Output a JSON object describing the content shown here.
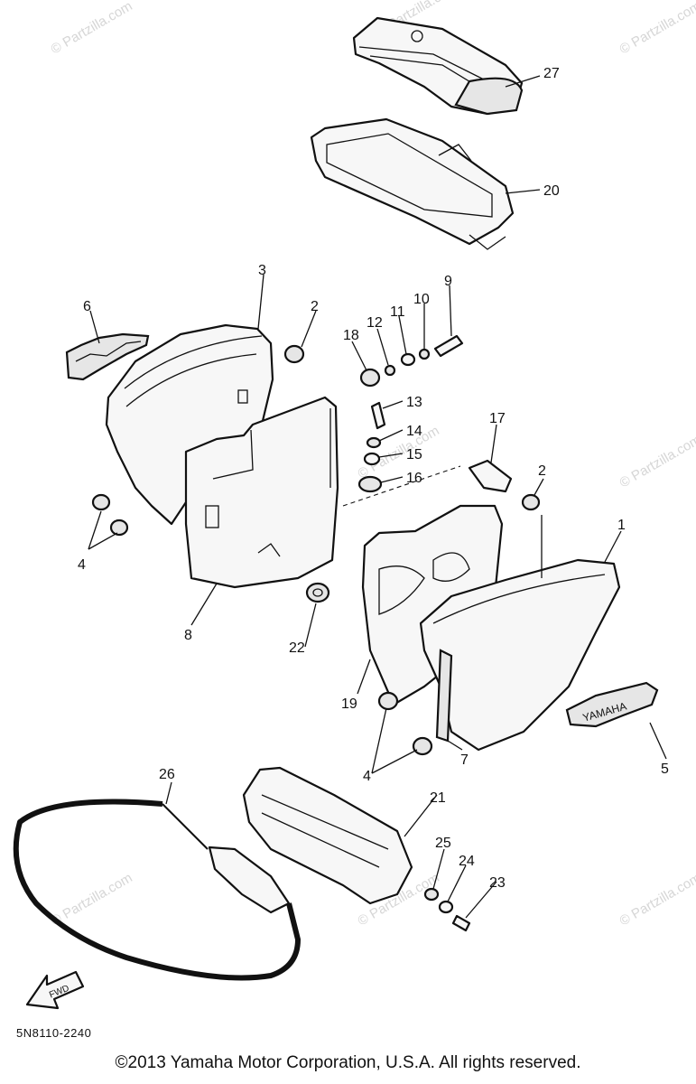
{
  "diagram": {
    "reference_code": "5N8110-2240",
    "copyright": "©2013 Yamaha Motor Corporation, U.S.A. All rights reserved.",
    "watermark": "© Partzilla.com",
    "fwd_label": "FWD",
    "emblem_text": "YAMAHA"
  },
  "callouts": {
    "c1": "1",
    "c2a": "2",
    "c2b": "2",
    "c3": "3",
    "c4a": "4",
    "c4b": "4",
    "c5": "5",
    "c6": "6",
    "c7": "7",
    "c8": "8",
    "c9": "9",
    "c10": "10",
    "c11": "11",
    "c12": "12",
    "c13": "13",
    "c14": "14",
    "c15": "15",
    "c16": "16",
    "c17": "17",
    "c18": "18",
    "c19": "19",
    "c20": "20",
    "c21": "21",
    "c22": "22",
    "c23": "23",
    "c24": "24",
    "c25": "25",
    "c26": "26",
    "c27": "27"
  }
}
